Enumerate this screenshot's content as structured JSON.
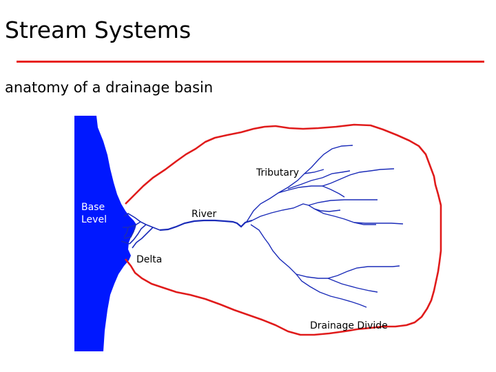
{
  "slide": {
    "title": "Stream Systems",
    "subtitle": "anatomy of a drainage basin",
    "accent_color": "#e8231c"
  },
  "diagram": {
    "base_level_line1": "Base",
    "base_level_line2": "Level",
    "delta_label": "Delta",
    "river_label": "River",
    "tributary_label": "Tributary",
    "divide_label": "Drainage Divide",
    "water_color": "#0018ff",
    "stream_color": "#1a2bb8",
    "divide_color": "#e01b1b"
  }
}
